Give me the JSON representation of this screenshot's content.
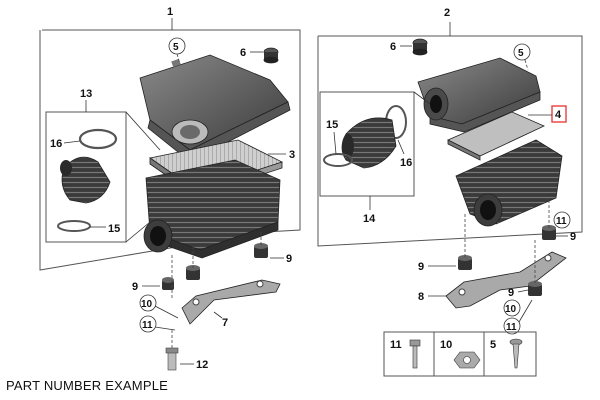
{
  "caption": "PART NUMBER EXAMPLE",
  "assemblies": [
    {
      "number": "1",
      "name": "left-assembly"
    },
    {
      "number": "2",
      "name": "right-assembly"
    }
  ],
  "sub_assemblies": [
    {
      "number": "13"
    },
    {
      "number": "14"
    }
  ],
  "callouts": {
    "left": [
      "5",
      "6",
      "3",
      "16",
      "15",
      "9",
      "9",
      "10",
      "11",
      "7",
      "12"
    ],
    "right": [
      "6",
      "5",
      "4",
      "15",
      "16",
      "11",
      "9",
      "9",
      "8",
      "9",
      "10",
      "11"
    ]
  },
  "highlighted_callout": "4",
  "legend": [
    {
      "number": "11",
      "item": "bolt"
    },
    {
      "number": "10",
      "item": "nut"
    },
    {
      "number": "5",
      "item": "screw"
    }
  ],
  "colors": {
    "highlight": "#e8403c",
    "part_dark": "#3a3a3a",
    "part_mid": "#6b6b6b",
    "part_light": "#9a9a9a",
    "frame": "#555555"
  }
}
